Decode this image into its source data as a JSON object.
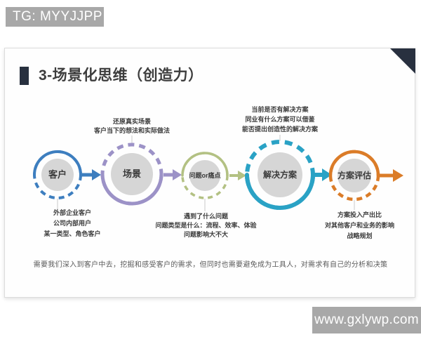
{
  "overlays": {
    "tg_banner": "TG: MYYJJPP",
    "watermark": "www.gxlywp.com",
    "overlay_bg_color": "#A8A8A8"
  },
  "slide": {
    "title": "3-场景化思维（创造力）",
    "corner_color": "#28303F",
    "accent_bar_color": "#28303F",
    "footer": "需要我们深入到客户中去，挖掘和感受客户的需求，但同时也需要避免成为工具人，对需求有自己的分析和决策"
  },
  "diagram": {
    "inner_circle_color": "#D6D6D6",
    "connector_color": "#C9C9C9",
    "steps": [
      {
        "label": "客户",
        "color": "#3D7EBF",
        "notes_below": [
          "外部企业客户",
          "公司内部用户",
          "某一类型、角色客户"
        ]
      },
      {
        "label": "场景",
        "color": "#9C92C7",
        "notes_above": [
          "还原真实场景",
          "客户当下的想法和实际做法"
        ]
      },
      {
        "label": "问题or痛点",
        "color": "#B3C183",
        "notes_below": [
          "遇到了什么问题",
          "问题类型是什么：流程、效率、体验",
          "问题影响大不大"
        ]
      },
      {
        "label": "解决方案",
        "color": "#2AA2C5",
        "notes_above": [
          "当前是否有解决方案",
          "同业有什么方案可以借鉴",
          "能否提出创造性的解决方案"
        ]
      },
      {
        "label": "方案评估",
        "color": "#DB7C28",
        "notes_below": [
          "方案投入产出比",
          "对其他客户和业务的影响",
          "战略规划"
        ]
      }
    ]
  }
}
